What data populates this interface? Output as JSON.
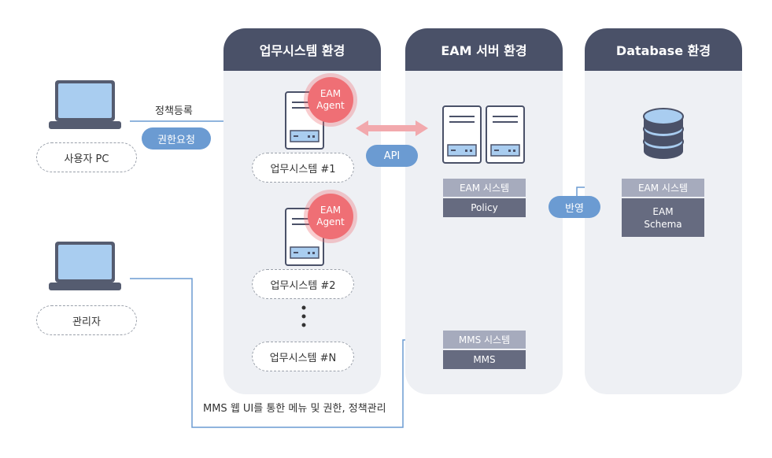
{
  "panels": {
    "business": "업무시스템 환경",
    "eam_server": "EAM 서버 환경",
    "database": "Database 환경"
  },
  "left": {
    "user_pc": "사용자 PC",
    "admin": "관리자",
    "policy_register": "정책등록",
    "permission_request": "권한요청"
  },
  "business": {
    "systems": [
      "업무시스템 #1",
      "업무시스템 #2",
      "업무시스템 #N"
    ],
    "agent_line1": "EAM",
    "agent_line2": "Agent"
  },
  "eam": {
    "api": "API",
    "eam_system": "EAM 시스템",
    "policy": "Policy",
    "apply": "반영",
    "mms_system": "MMS 시스템",
    "mms": "MMS"
  },
  "database": {
    "eam_system": "EAM 시스템",
    "schema_line1": "EAM",
    "schema_line2": "Schema"
  },
  "bottom": {
    "mms_caption": "MMS 웹 UI를 통한 메뉴 및 권한, 정책관리"
  },
  "colors": {
    "panel_header": "#4a5168",
    "panel_bg": "#eef0f4",
    "accent_blue": "#6b9bd2",
    "agent_red": "#ef6f75",
    "label_light": "#a6abbd",
    "label_dark": "#666b80"
  }
}
